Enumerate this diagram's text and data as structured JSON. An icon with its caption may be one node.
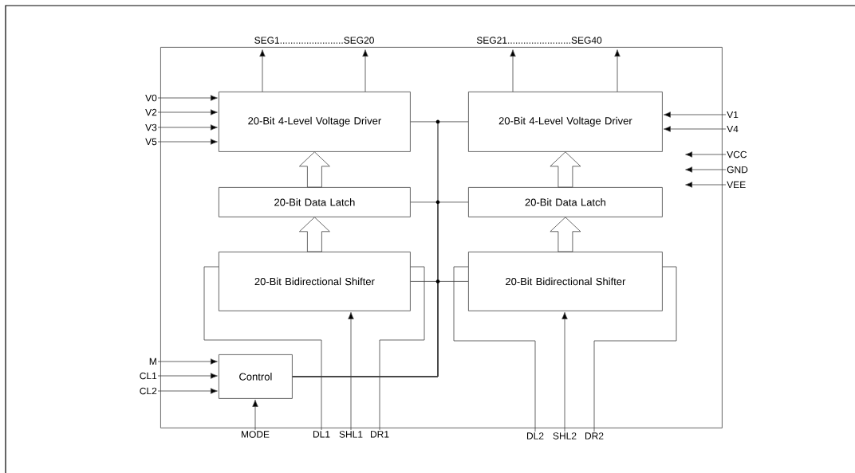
{
  "diagram": {
    "nodes": [
      {
        "text": [],
        "shape": "box"
      },
      {
        "text": [
          "20-Bit 4-Level Voltage Driver"
        ],
        "in": 0
      },
      {
        "text": [
          "20-Bit 4-Level Voltage Driver"
        ],
        "in": 0
      },
      {
        "text": [
          "20-Bit Data Latch"
        ],
        "in": 0
      },
      {
        "text": [
          "20-Bit Data Latch"
        ],
        "in": 0
      },
      {
        "text": [
          "20-Bit Bidirectional Shifter"
        ],
        "in": 0
      },
      {
        "text": [
          "20-Bit Bidirectional Shifter"
        ],
        "in": 0
      },
      {
        "text": [
          "Control"
        ],
        "in": 0
      },
      {
        "text": [
          "SEG1........................SEG20"
        ]
      },
      {
        "text": [
          "SEG21........................SEG40"
        ]
      },
      {
        "text": [
          "V0"
        ]
      },
      {
        "text": [
          "V2"
        ]
      },
      {
        "text": [
          "V3"
        ]
      },
      {
        "text": [
          "V5"
        ]
      },
      {
        "text": [
          "V1"
        ]
      },
      {
        "text": [
          "V4"
        ]
      },
      {
        "text": [
          "VCC"
        ]
      },
      {
        "text": [
          "GND"
        ]
      },
      {
        "text": [
          "VEE"
        ]
      },
      {
        "text": [
          "M"
        ]
      },
      {
        "text": [
          "CL1"
        ]
      },
      {
        "text": [
          "CL2"
        ]
      },
      {
        "text": [
          "MODE"
        ]
      },
      {
        "text": [
          "DL1"
        ]
      },
      {
        "text": [
          "SHL1"
        ]
      },
      {
        "text": [
          "DR1"
        ]
      },
      {
        "text": [
          "DL2"
        ]
      },
      {
        "text": [
          "SHL2"
        ]
      },
      {
        "text": [
          "DR2"
        ]
      }
    ],
    "edges": [
      {
        "from": 1,
        "to": 8,
        "arrow": "to"
      },
      {
        "from": 1,
        "to": 8,
        "arrow": "to"
      },
      {
        "from": 2,
        "to": 9,
        "arrow": "to"
      },
      {
        "from": 2,
        "to": 9,
        "arrow": "to"
      },
      {
        "from": 10,
        "to": 1,
        "arrow": "to"
      },
      {
        "from": 11,
        "to": 1,
        "arrow": "to"
      },
      {
        "from": 12,
        "to": 1,
        "arrow": "to"
      },
      {
        "from": 13,
        "to": 1,
        "arrow": "to"
      },
      {
        "from": 14,
        "to": 2,
        "arrow": "to"
      },
      {
        "from": 15,
        "to": 2,
        "arrow": "to"
      },
      {
        "from": 16,
        "to": null,
        "arrow": "to"
      },
      {
        "from": 17,
        "to": null,
        "arrow": "to"
      },
      {
        "from": 18,
        "to": null,
        "arrow": "to"
      },
      {
        "from": 19,
        "to": 7,
        "arrow": "to"
      },
      {
        "from": 20,
        "to": 7,
        "arrow": "to"
      },
      {
        "from": 21,
        "to": 7,
        "arrow": "to"
      },
      {
        "from": 22,
        "to": 7,
        "arrow": "to"
      },
      {
        "from": 3,
        "to": 1,
        "arrow": "to",
        "style": "thick"
      },
      {
        "from": 5,
        "to": 3,
        "arrow": "to",
        "style": "thick"
      },
      {
        "from": 4,
        "to": 2,
        "arrow": "to",
        "style": "thick"
      },
      {
        "from": 6,
        "to": 4,
        "arrow": "to",
        "style": "thick"
      },
      {
        "from": 7,
        "to": 1,
        "arrow": "none"
      },
      {
        "from": 7,
        "to": 2,
        "arrow": "none"
      },
      {
        "from": 7,
        "to": 3,
        "arrow": "none"
      },
      {
        "from": 7,
        "to": 4,
        "arrow": "none"
      },
      {
        "from": 7,
        "to": 5,
        "arrow": "none"
      },
      {
        "from": 7,
        "to": 6,
        "arrow": "none"
      },
      {
        "from": 23,
        "to": 5,
        "arrow": "none"
      },
      {
        "from": 24,
        "to": 5,
        "arrow": "to"
      },
      {
        "from": 25,
        "to": 5,
        "arrow": "none"
      },
      {
        "from": 26,
        "to": 6,
        "arrow": "none"
      },
      {
        "from": 27,
        "to": 6,
        "arrow": "to"
      },
      {
        "from": 28,
        "to": 6,
        "arrow": "none"
      }
    ]
  }
}
